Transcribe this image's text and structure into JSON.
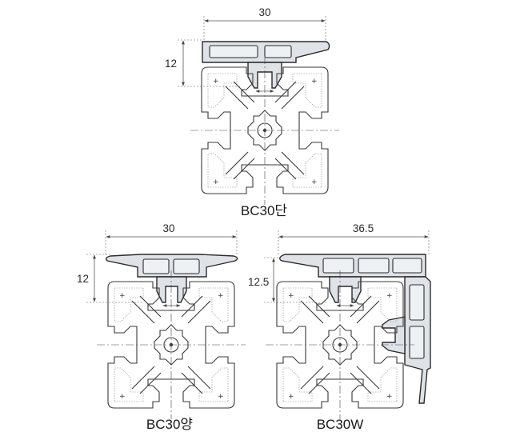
{
  "profiles": [
    {
      "id": "bc30-single",
      "caption": "BC30단",
      "width_label": "30",
      "height_label": "12"
    },
    {
      "id": "bc30-double",
      "caption": "BC30양",
      "width_label": "30",
      "height_label": "12"
    },
    {
      "id": "bc30-w",
      "caption": "BC30W",
      "width_label": "36.5",
      "height_label": "12.5"
    }
  ]
}
